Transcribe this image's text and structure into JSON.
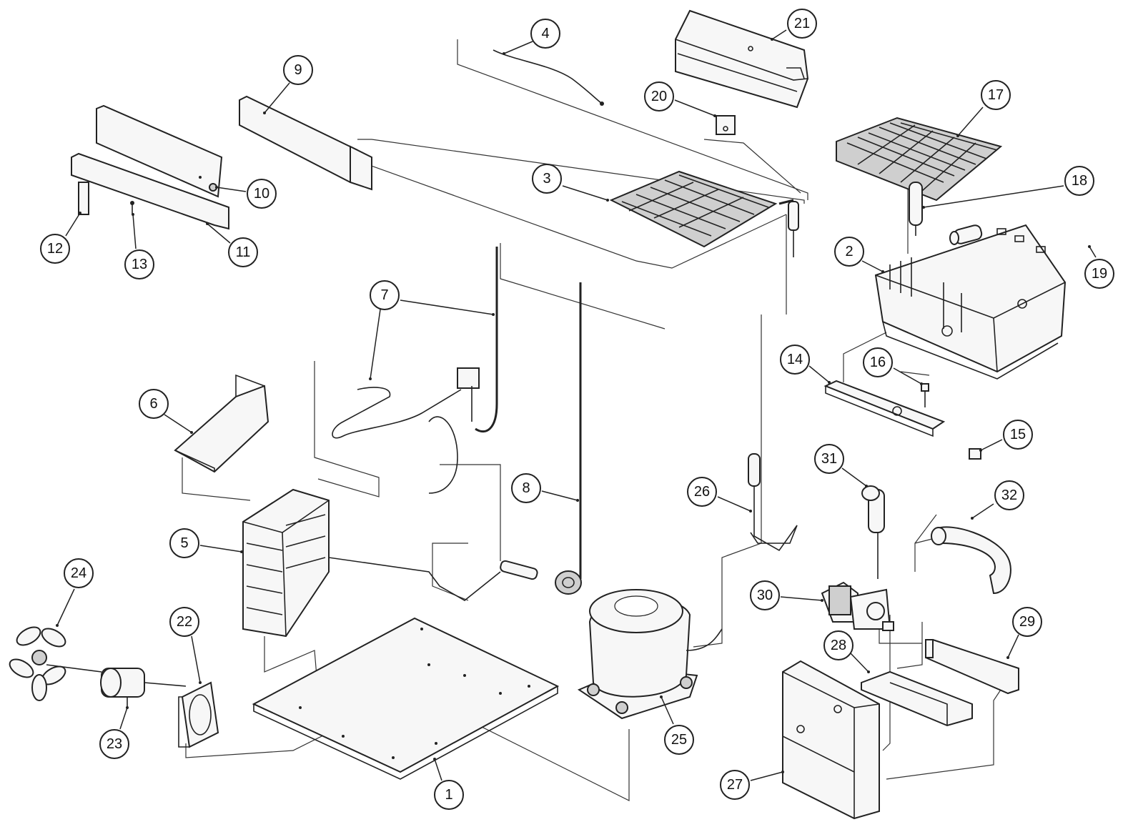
{
  "callouts": [
    {
      "label": "1"
    },
    {
      "label": "2"
    },
    {
      "label": "3"
    },
    {
      "label": "4"
    },
    {
      "label": "5"
    },
    {
      "label": "6"
    },
    {
      "label": "7"
    },
    {
      "label": "8"
    },
    {
      "label": "9"
    },
    {
      "label": "10"
    },
    {
      "label": "11"
    },
    {
      "label": "12"
    },
    {
      "label": "13"
    },
    {
      "label": "14"
    },
    {
      "label": "15"
    },
    {
      "label": "16"
    },
    {
      "label": "17"
    },
    {
      "label": "18"
    },
    {
      "label": "19"
    },
    {
      "label": "20"
    },
    {
      "label": "21"
    },
    {
      "label": "22"
    },
    {
      "label": "23"
    },
    {
      "label": "24"
    },
    {
      "label": "25"
    },
    {
      "label": "26"
    },
    {
      "label": "27"
    },
    {
      "label": "28"
    },
    {
      "label": "29"
    },
    {
      "label": "30"
    },
    {
      "label": "31"
    },
    {
      "label": "32"
    }
  ]
}
